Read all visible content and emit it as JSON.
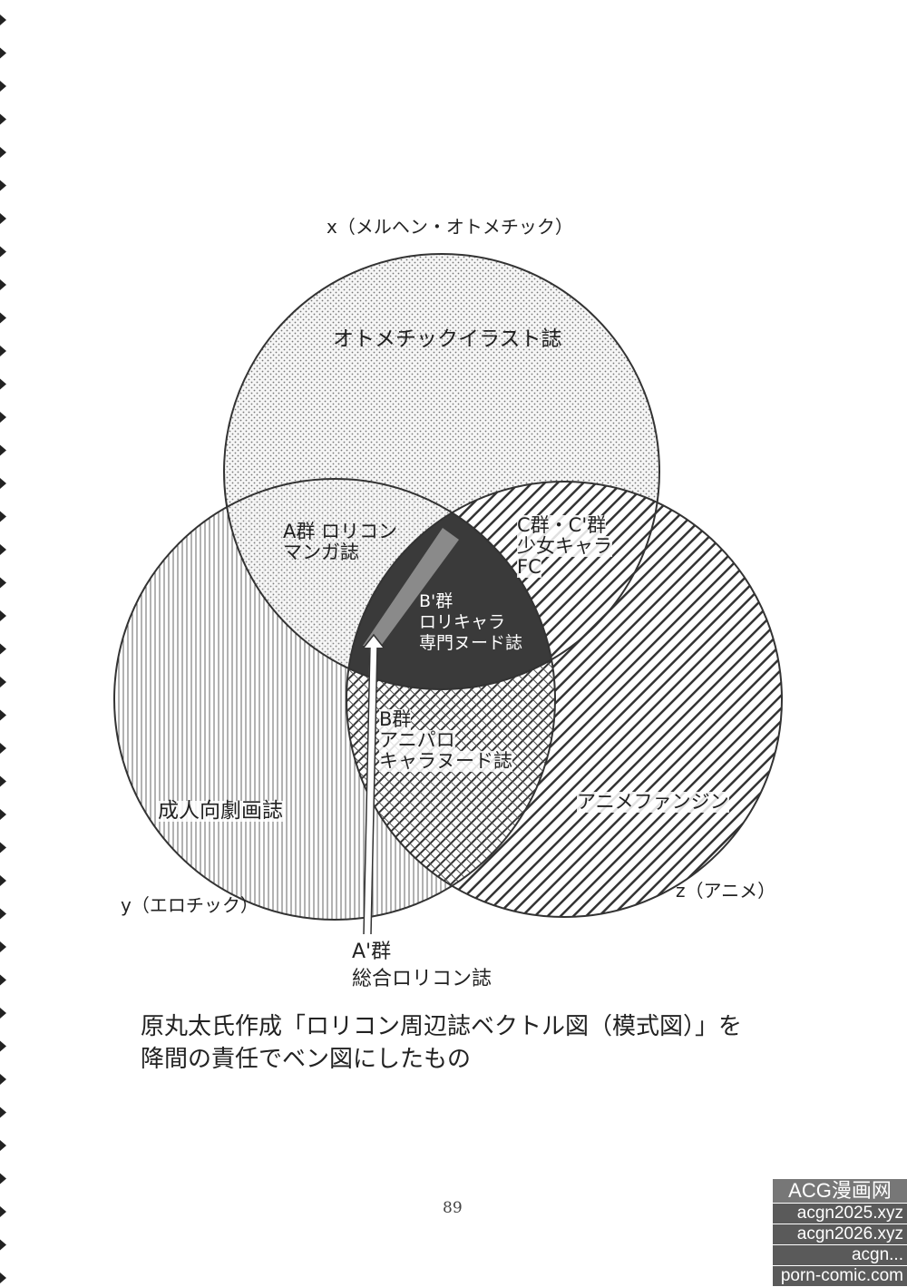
{
  "axes": {
    "x_label": "x（メルヘン・オトメチック）",
    "y_label": "y（エロチック）",
    "z_label": "z（アニメ）"
  },
  "regions": {
    "x_only": [
      "オトメチックイラスト誌"
    ],
    "xy": [
      "A群 ロリコン",
      "マンガ誌"
    ],
    "xz": [
      "C群・C'群",
      "少女キャラ",
      "FC"
    ],
    "xyz": [
      "B'群",
      "ロリキャラ",
      "専門ヌード誌"
    ],
    "yz": [
      "B群",
      "アニパロ",
      "キャラヌード誌"
    ],
    "y_only": [
      "成人向劇画誌"
    ],
    "z_only": [
      "アニメファンジン"
    ],
    "a_prime": [
      "A'群",
      "総合ロリコン誌"
    ]
  },
  "caption": [
    "原丸太氏作成「ロリコン周辺誌ベクトル図（模式図）」を",
    "降間の責任でベン図にしたもの"
  ],
  "page_number": "89",
  "watermark": {
    "title": "ACG漫画网",
    "lines": [
      "acgn2025.xyz",
      "acgn2026.xyz",
      "acgn...",
      "porn-comic.com"
    ]
  }
}
